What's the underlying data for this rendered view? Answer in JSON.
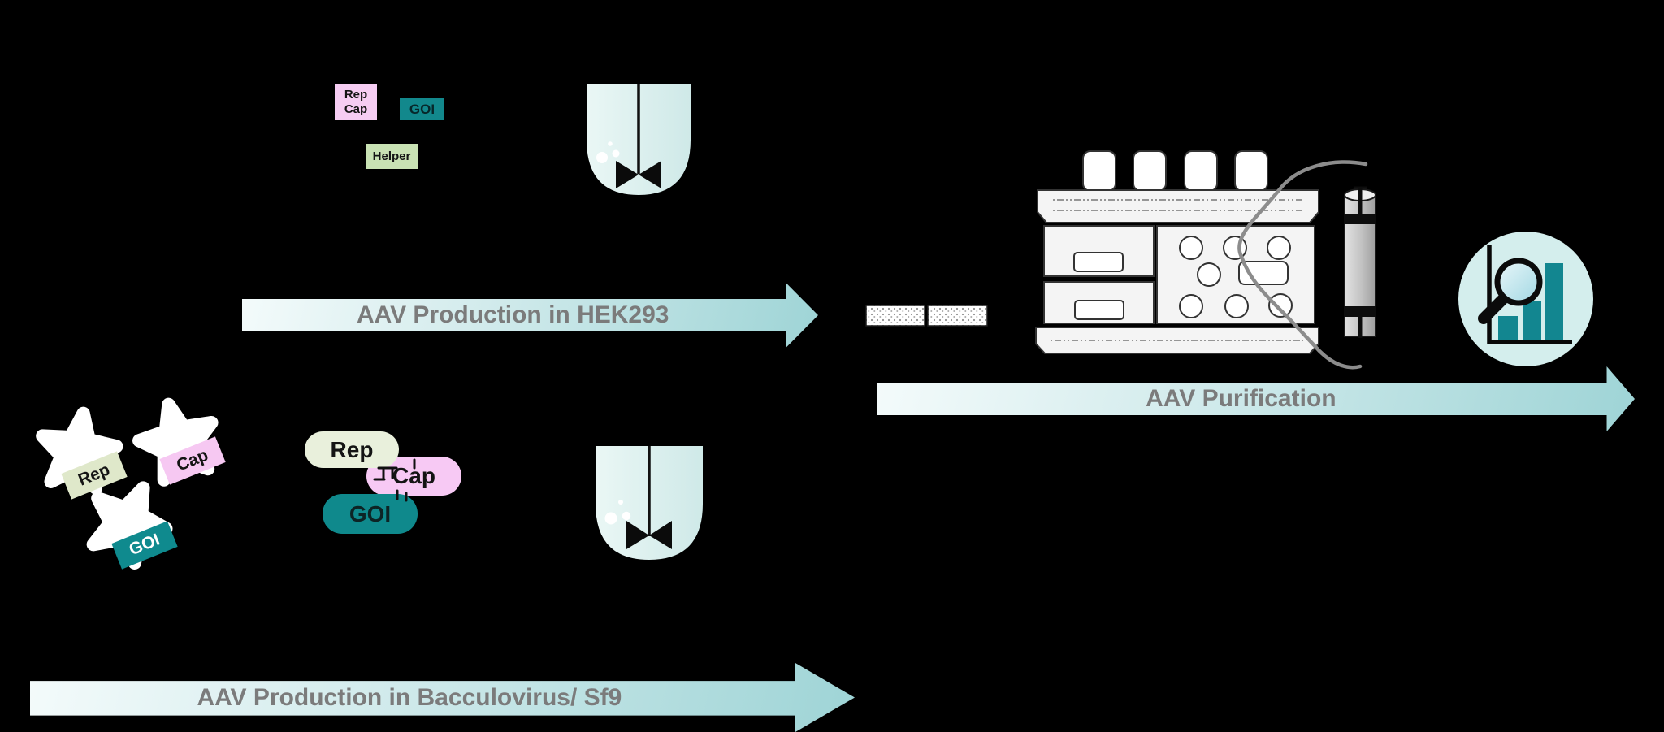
{
  "background_color": "#000000",
  "hek293_pathway": {
    "plasmids": {
      "rep_cap": {
        "lines": [
          "Rep",
          "Cap"
        ],
        "color": "#f6cdf3"
      },
      "goi": {
        "label": "GOI",
        "color": "#12888c"
      },
      "helper": {
        "label": "Helper",
        "color": "#c9e2b4"
      }
    },
    "bioreactor_icon": "stirred-tank-bioreactor",
    "arrow": {
      "label": "AAV Production in HEK293",
      "text_color": "#7b7b7b"
    }
  },
  "sf9_pathway": {
    "baculoviruses": [
      {
        "label": "Rep",
        "tag_color": "#dfe8ca",
        "text_color": "#141414"
      },
      {
        "label": "Cap",
        "tag_color": "#f6c8f2",
        "text_color": "#141414"
      },
      {
        "label": "GOI",
        "tag_color": "#0f8a8e",
        "text_color": "#ffffff"
      }
    ],
    "gene_constructs": [
      {
        "label": "Rep",
        "color": "#e9f0dc",
        "text_color": "#141414"
      },
      {
        "label": "Cap",
        "color": "#f7c9f4",
        "text_color": "#141414"
      },
      {
        "label": "GOI",
        "color": "#0f898c",
        "text_color": "#0d2425"
      }
    ],
    "bioreactor_icon": "stirred-tank-bioreactor",
    "arrow": {
      "label": "AAV Production in Bacculovirus/ Sf9",
      "text_color": "#7b7b7b"
    }
  },
  "purification": {
    "arrow": {
      "label": "AAV Purification",
      "text_color": "#7b7b7b"
    },
    "equipment_icons": [
      "filter-plates",
      "fplc-chromatography-system",
      "chromatography-column",
      "magnifier-bar-chart-analytics"
    ],
    "arrow_gradient": [
      "#f4fbfb",
      "#9ed4d6"
    ]
  }
}
